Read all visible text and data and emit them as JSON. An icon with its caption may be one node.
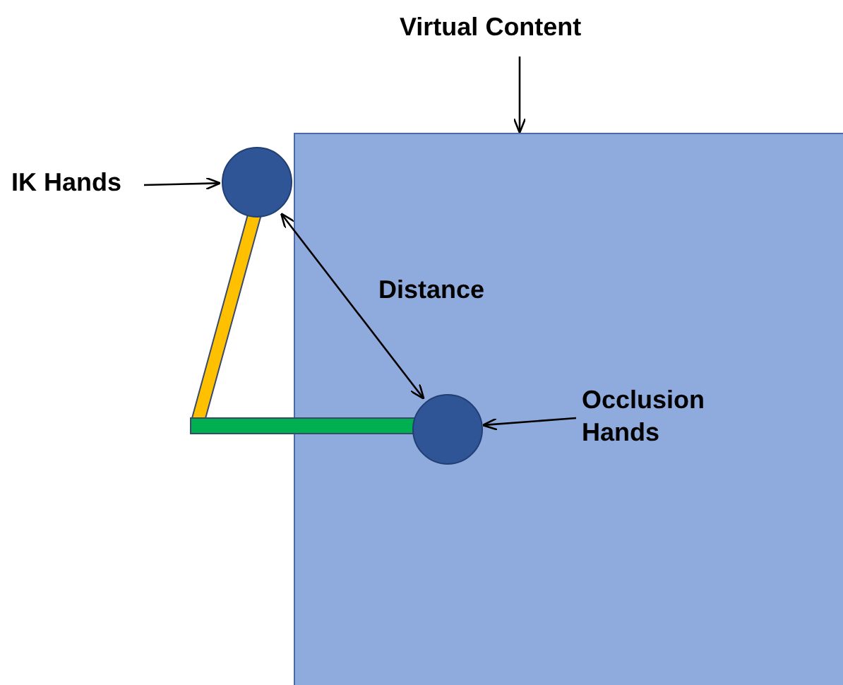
{
  "diagram": {
    "nodes": [
      {
        "text": [
          "Virtual Content"
        ]
      },
      {
        "text": [],
        "shape": "box"
      },
      {
        "text": [
          "IK Hands"
        ]
      },
      {
        "text": [],
        "shape": "circle"
      },
      {
        "text": [
          "Occlusion Hands"
        ],
        "in": 1
      },
      {
        "text": [],
        "shape": "circle",
        "in": 1
      }
    ],
    "edges": [
      {
        "from": 0,
        "to": 1,
        "arrow": "to"
      },
      {
        "from": 2,
        "to": 3,
        "arrow": "to"
      },
      {
        "from": 3,
        "to": 5,
        "arrow": "both",
        "label": "Distance"
      },
      {
        "from": 4,
        "to": 5,
        "arrow": "to"
      }
    ]
  }
}
